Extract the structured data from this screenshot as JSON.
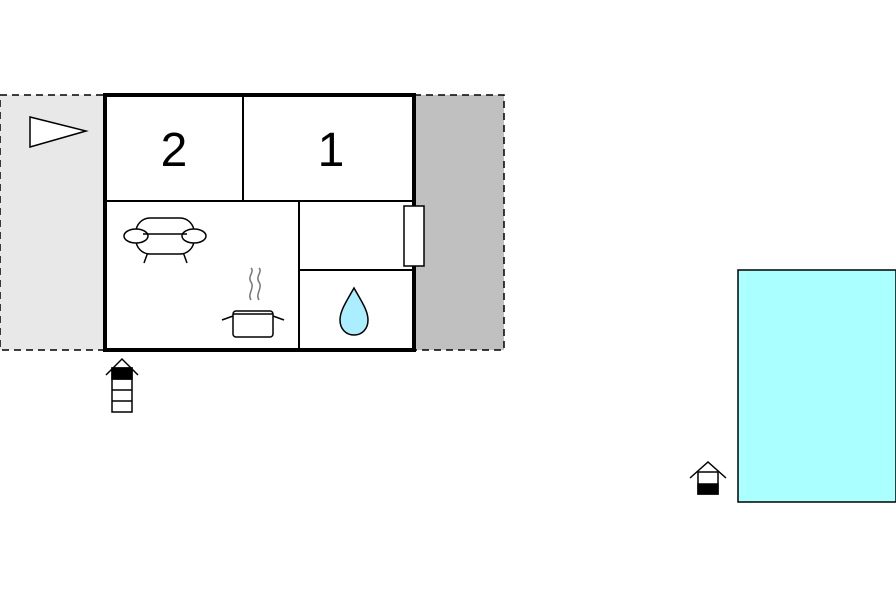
{
  "floorplan": {
    "rooms": [
      {
        "id": "bedroom-2",
        "label": "2"
      },
      {
        "id": "bedroom-1",
        "label": "1"
      },
      {
        "id": "living-kitchen",
        "label": ""
      },
      {
        "id": "hall",
        "label": ""
      },
      {
        "id": "bathroom",
        "label": ""
      }
    ],
    "icons": [
      "sofa-icon",
      "cooking-pot-icon",
      "water-drop-icon",
      "north-arrow-icon",
      "entrance-stairs-icon",
      "pool-entrance-icon"
    ],
    "colors": {
      "terrace_light": "#e8e8e8",
      "terrace_dark": "#c0c0c0",
      "pool": "#aaffff",
      "walls": "#000000",
      "water_drop": "#aaeeff"
    }
  }
}
